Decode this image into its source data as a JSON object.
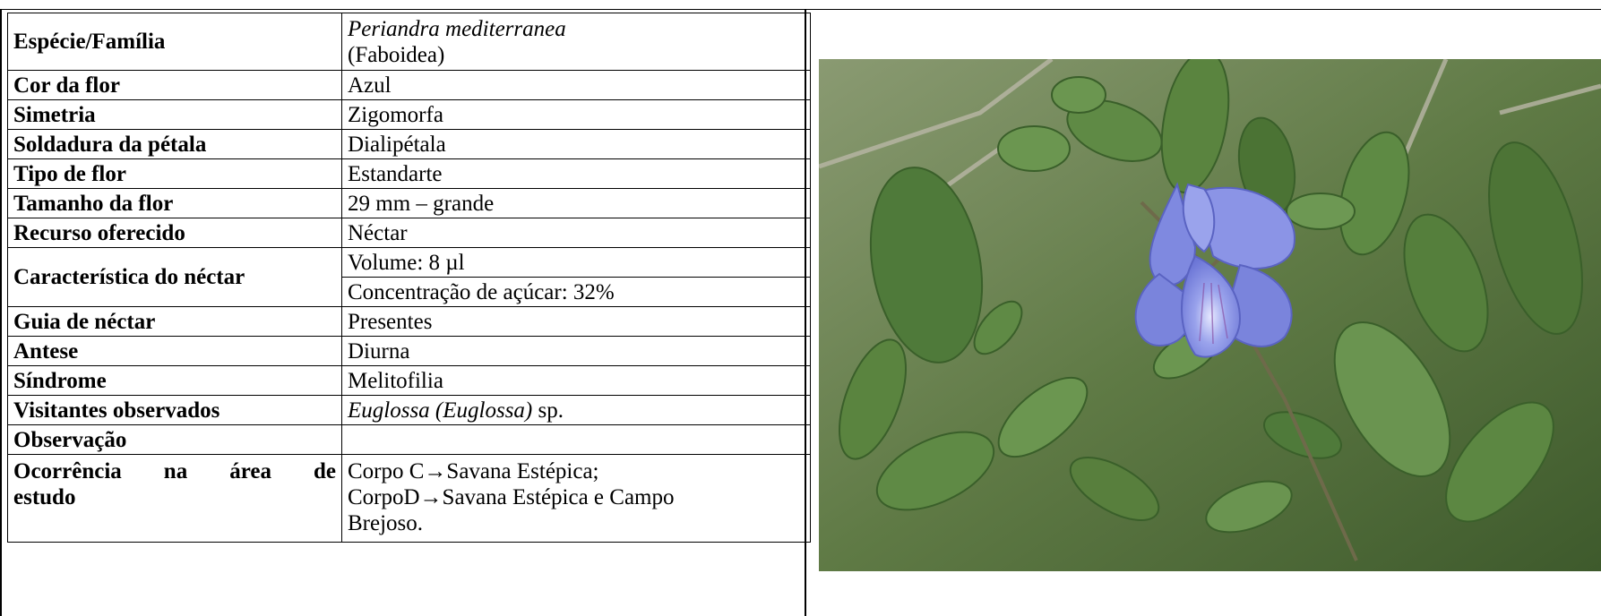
{
  "table": {
    "rows": [
      {
        "label": "Espécie/Família",
        "value_italic": "Periandra mediterranea",
        "value": "(Faboidea)"
      },
      {
        "label": "Cor da flor",
        "value": "Azul"
      },
      {
        "label": "Simetria",
        "value": "Zigomorfa"
      },
      {
        "label": "Soldadura da pétala",
        "value": "Dialipétala"
      },
      {
        "label": "Tipo de flor",
        "value": "Estandarte"
      },
      {
        "label": "Tamanho da flor",
        "value": "29 mm – grande"
      },
      {
        "label": "Recurso oferecido",
        "value": "Néctar"
      },
      {
        "label": "Característica do néctar",
        "value": "Volume: 8 µl",
        "value2": "Concentração de açúcar: 32%"
      },
      {
        "label": "Guia de néctar",
        "value": "Presentes"
      },
      {
        "label": "Antese",
        "value": "Diurna"
      },
      {
        "label": "Síndrome",
        "value": "Melitofilia"
      },
      {
        "label": "Visitantes observados",
        "value_italic": "Euglossa (Euglossa)",
        "value": " sp."
      },
      {
        "label": "Observação",
        "value": ""
      },
      {
        "label_line1": "Ocorrência na área de",
        "label_line2": "estudo",
        "value_line1": "Corpo C→Savana Estépica;",
        "value_line2": "CorpoD→Savana Estépica e Campo",
        "value_line3": "Brejoso."
      }
    ]
  },
  "photo": {
    "subject": "blue-flower-icon",
    "colors": {
      "flower": "#7a86e0",
      "leaf": "#4f7a3a",
      "background": "#6f8a55"
    }
  }
}
